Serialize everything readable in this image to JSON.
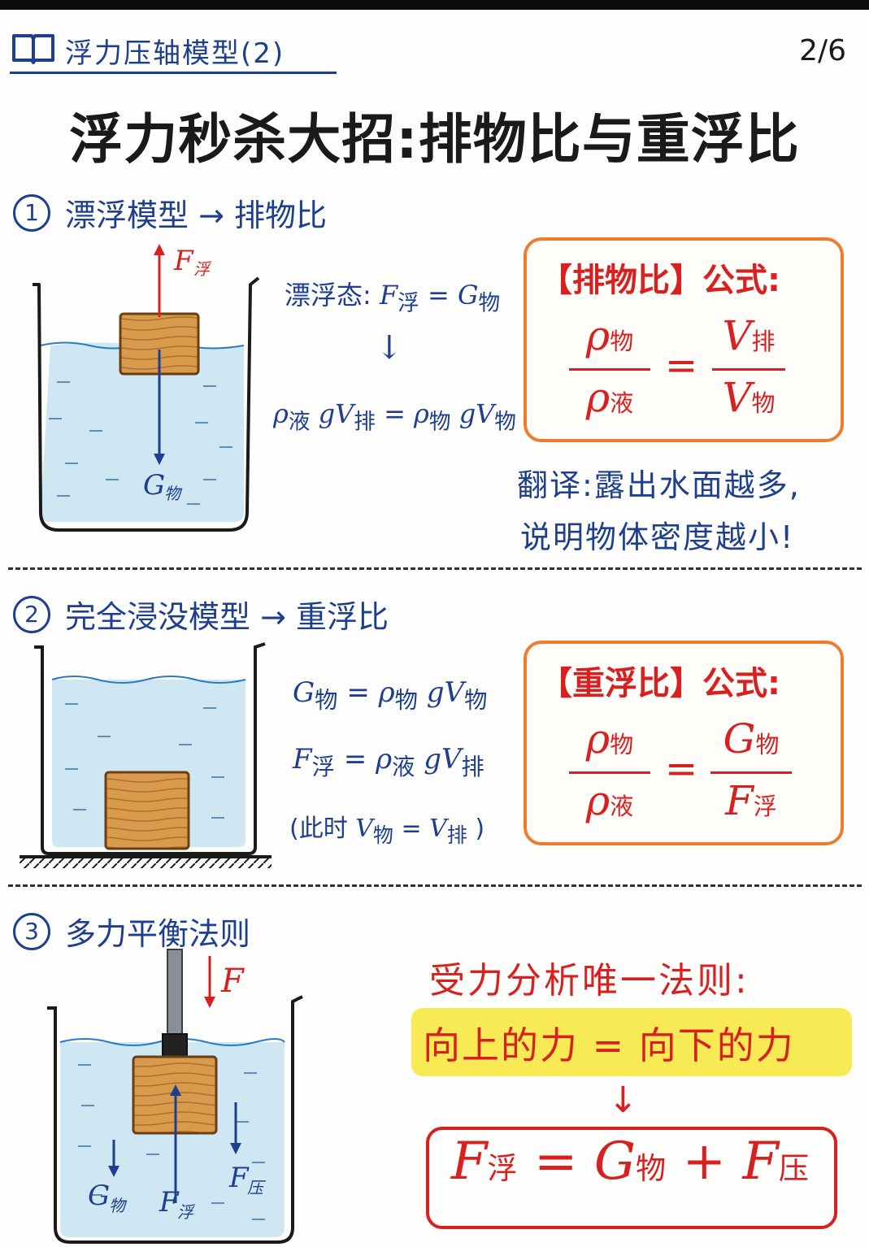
{
  "header": {
    "title": "浮力压轴模型(2)",
    "page": "2/6"
  },
  "main_title": "浮力秒杀大招:排物比与重浮比",
  "section1": {
    "number": "1",
    "heading": "漂浮模型 → 排物比",
    "diagram": {
      "up_force": "F",
      "up_force_sub": "浮",
      "down_force": "G",
      "down_force_sub": "物"
    },
    "eq1": {
      "prefix": "漂浮态:",
      "lhs": "F",
      "lhs_sub": "浮",
      "op": "=",
      "rhs": "G",
      "rhs_sub": "物"
    },
    "arrow": "↓",
    "eq2": {
      "a": "ρ",
      "a_sub": "液",
      "b": "gV",
      "b_sub": "排",
      "op": "=",
      "c": "ρ",
      "c_sub": "物",
      "d": "gV",
      "d_sub": "物"
    },
    "box": {
      "title": "【排物比】公式:",
      "left_num": "ρ",
      "left_num_sub": "物",
      "left_den": "ρ",
      "left_den_sub": "液",
      "eq": "=",
      "right_num": "V",
      "right_num_sub": "排",
      "right_den": "V",
      "right_den_sub": "物"
    },
    "note_line1": "翻译:露出水面越多,",
    "note_line2": "说明物体密度越小!"
  },
  "section2": {
    "number": "2",
    "heading": "完全浸没模型 → 重浮比",
    "eq1": {
      "a": "G",
      "a_sub": "物",
      "op": "=",
      "b": "ρ",
      "b_sub": "物",
      "c": "gV",
      "c_sub": "物"
    },
    "eq2": {
      "a": "F",
      "a_sub": "浮",
      "op": "=",
      "b": "ρ",
      "b_sub": "液",
      "c": "gV",
      "c_sub": "排"
    },
    "eq3": {
      "open": "(此时 ",
      "a": "V",
      "a_sub": "物",
      "op": "=",
      "b": "V",
      "b_sub": "排",
      "close": ")"
    },
    "box": {
      "title": "【重浮比】公式:",
      "left_num": "ρ",
      "left_num_sub": "物",
      "left_den": "ρ",
      "left_den_sub": "液",
      "eq": "=",
      "right_num": "G",
      "right_num_sub": "物",
      "right_den": "F",
      "right_den_sub": "浮"
    }
  },
  "section3": {
    "number": "3",
    "heading": "多力平衡法则",
    "diagram": {
      "push_force": "F",
      "g": "G",
      "g_sub": "物",
      "fb": "F",
      "fb_sub": "浮",
      "fp": "F",
      "fp_sub": "压"
    },
    "rule_title": "受力分析唯一法则:",
    "rule_text": "向上的力 = 向下的力",
    "arrow": "↓",
    "final": {
      "a": "F",
      "a_sub": "浮",
      "op1": "=",
      "b": "G",
      "b_sub": "物",
      "op2": "+",
      "c": "F",
      "c_sub": "压"
    }
  },
  "colors": {
    "blue": "#1e3f8e",
    "red": "#d92020",
    "orange": "#ef7b2e",
    "highlight": "#f7ea55",
    "water": "#cfe6f3",
    "wood": "#d89a4c"
  }
}
